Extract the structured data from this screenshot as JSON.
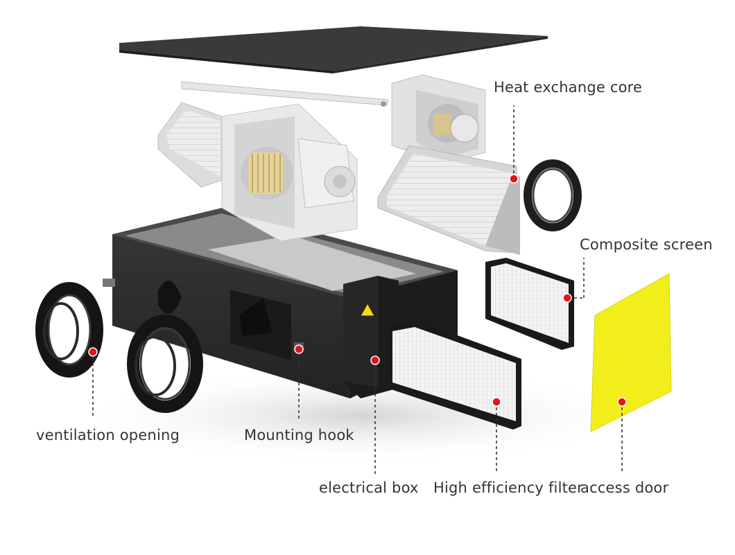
{
  "callouts": {
    "heat_exchange_core": "Heat exchange core",
    "composite_screen": "Composite screen",
    "ventilation_opening": "ventilation opening",
    "mounting_hook": "Mounting hook",
    "electrical_box": "electrical box",
    "high_efficiency_filter": "High efficiency filter",
    "access_door": "access door"
  },
  "colors": {
    "marker": "#e3141c",
    "access_door": "#f2ee1c",
    "housing": "#2b2b2b",
    "top_panel": "#3a3a3a",
    "label_text": "#333333"
  }
}
